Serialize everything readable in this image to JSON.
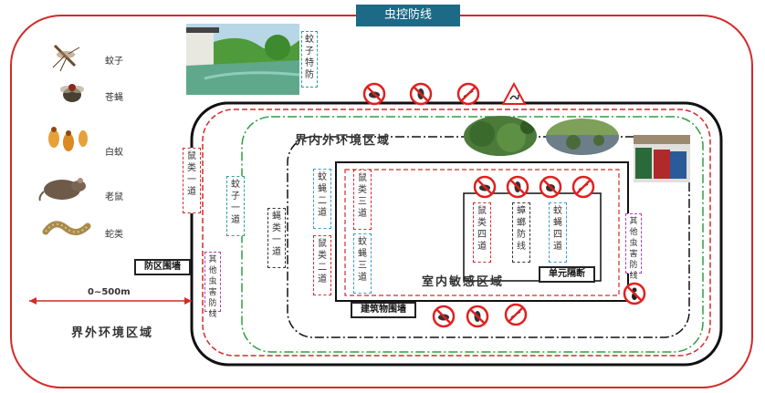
{
  "title": "虫控防线",
  "pests": [
    {
      "label": "蚊子",
      "icon": "mosquito-icon"
    },
    {
      "label": "苍蝇",
      "icon": "fly-icon"
    },
    {
      "label": "白蚁",
      "icon": "termite-icon"
    },
    {
      "label": "老鼠",
      "icon": "rat-icon"
    },
    {
      "label": "蛇类",
      "icon": "snake-icon"
    }
  ],
  "zones": {
    "outer": "界外环境区域",
    "inner_env": "界内外环境区域",
    "indoor": "室内敏感区域"
  },
  "labels": {
    "mosquito_special": "蚊子特防",
    "distance": "0~500m",
    "fence": "防区围墙",
    "building_wall": "建筑物围墙",
    "unit_isolation": "单元隔断",
    "rat_line1": "鼠类一道",
    "mosquito_line1": "蚊子一道",
    "fly_line1": "蝇类一道",
    "other_pest_left": "其他虫害防线",
    "mosquito_fly_line2": "蚊蝇二道",
    "rat_line2": "鼠类二道",
    "rat_line3": "鼠类三道",
    "mosquito_fly_line3": "蚊蝇三道",
    "rat_line4": "鼠类四道",
    "cockroach_line": "蟑螂防线",
    "mosquito_fly_line4": "蚊蝇四道",
    "other_pest_right": "其他虫害防线"
  },
  "colors": {
    "title_bg": "#1c6a86",
    "outer_red": "#d42a2a",
    "line_black": "#111111",
    "line_green": "#2ea043",
    "prohibit_red": "#e02020"
  }
}
